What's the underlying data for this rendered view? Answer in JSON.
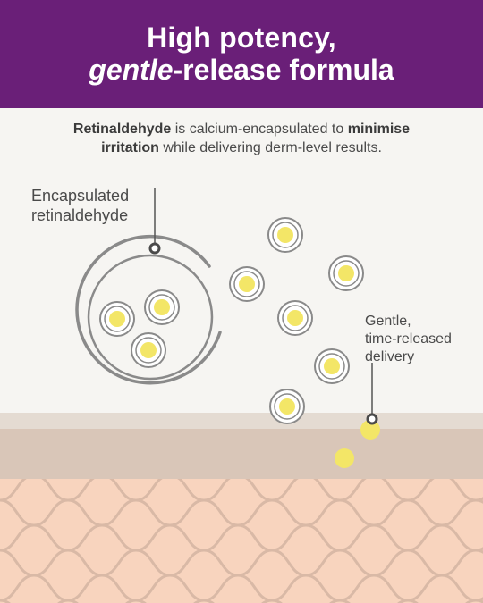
{
  "header": {
    "title_line1": "High potency,",
    "title_emphasis": "gentle",
    "title_rest": "-release formula"
  },
  "intro": {
    "bold1": "Retinaldehyde",
    "text1": " is calcium-encapsulated to ",
    "bold2": "minimise",
    "bold3": "irritation",
    "text2": " while delivering derm-level results."
  },
  "callouts": {
    "encapsulated_line1": "Encapsulated",
    "encapsulated_line2": "retinaldehyde",
    "delivery_line1": "Gentle,",
    "delivery_line2": "time-released",
    "delivery_line3": "delivery"
  },
  "colors": {
    "header_bg": "#6a1f78",
    "capsule_core": "#f3e667",
    "capsule_ring": "#8a8a8a",
    "skin_top": "#e4dbd2",
    "skin_mid": "#d9c6b8",
    "skin_bottom": "#f8d4be",
    "skin_cells": "#d9b9a6"
  }
}
